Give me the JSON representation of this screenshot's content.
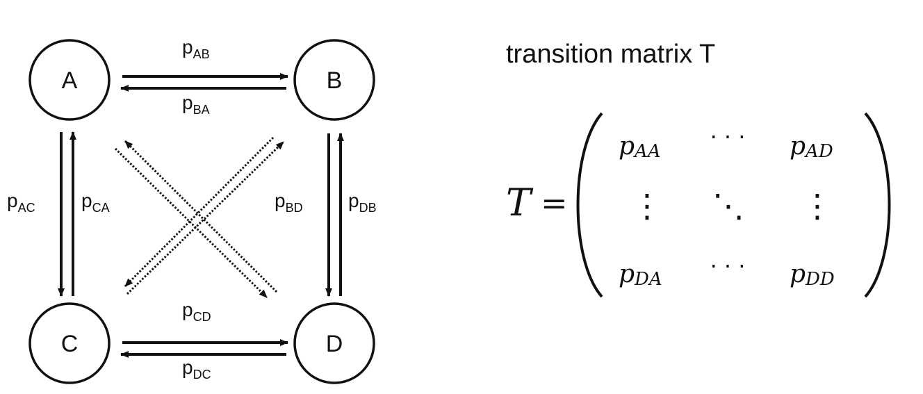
{
  "diagram": {
    "nodes": [
      {
        "id": "A",
        "label": "A"
      },
      {
        "id": "B",
        "label": "B"
      },
      {
        "id": "C",
        "label": "C"
      },
      {
        "id": "D",
        "label": "D"
      }
    ],
    "edges": {
      "AB": {
        "p": "p",
        "sub": "AB",
        "style": "solid"
      },
      "BA": {
        "p": "p",
        "sub": "BA",
        "style": "solid"
      },
      "AC": {
        "p": "p",
        "sub": "AC",
        "style": "solid"
      },
      "CA": {
        "p": "p",
        "sub": "CA",
        "style": "solid"
      },
      "BD": {
        "p": "p",
        "sub": "BD",
        "style": "solid"
      },
      "DB": {
        "p": "p",
        "sub": "DB",
        "style": "solid"
      },
      "CD": {
        "p": "p",
        "sub": "CD",
        "style": "solid"
      },
      "DC": {
        "p": "p",
        "sub": "DC",
        "style": "solid"
      },
      "diagonals": {
        "style": "dotted"
      }
    }
  },
  "matrix": {
    "title": "transition matrix T",
    "lhs": "T",
    "equals": "=",
    "cells": {
      "AA": {
        "p": "p",
        "sub": "AA"
      },
      "AD": {
        "p": "p",
        "sub": "AD"
      },
      "DA": {
        "p": "p",
        "sub": "DA"
      },
      "DD": {
        "p": "p",
        "sub": "DD"
      }
    },
    "hdots": "· · ·",
    "vdots": "⋮",
    "ddots": "⋱"
  }
}
